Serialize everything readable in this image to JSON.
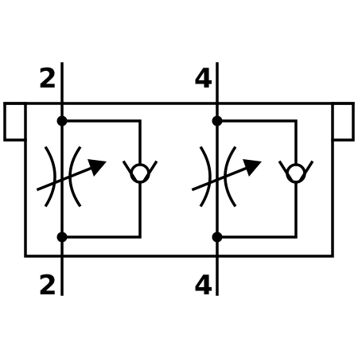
{
  "ports": {
    "left_top": "2",
    "left_bottom": "2",
    "right_top": "4",
    "right_bottom": "4"
  },
  "symbols": {
    "left_unit": [
      "throttle-valve-icon",
      "check-valve-icon"
    ],
    "right_unit": [
      "throttle-valve-icon",
      "check-valve-icon"
    ]
  },
  "colors": {
    "line": "#000000",
    "background": "#ffffff"
  }
}
